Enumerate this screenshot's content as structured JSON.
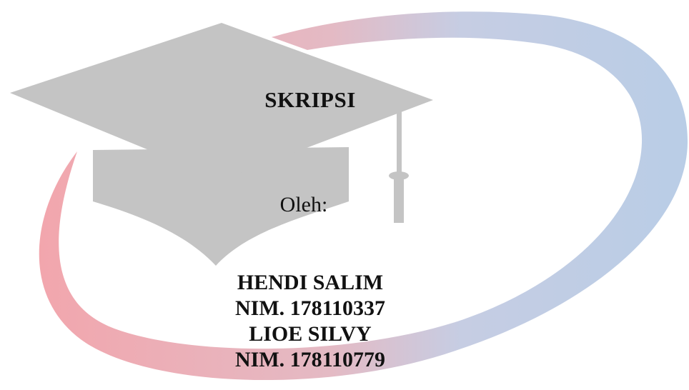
{
  "document": {
    "title": "SKRIPSI",
    "by_label": "Oleh:",
    "authors": [
      {
        "name": "HENDI SALIM",
        "nim": "NIM. 178110337"
      },
      {
        "name": "LIOE SILVY",
        "nim": "NIM. 178110779"
      }
    ]
  },
  "colors": {
    "swoosh_start": "#f2a6ad",
    "swoosh_mid": "#d6c8dc",
    "swoosh_end": "#b9cde6",
    "cap": "#c4c4c4",
    "text": "#111111"
  },
  "icons": {
    "emblem": "graduation-cap-icon",
    "ring": "swoosh-ring"
  }
}
